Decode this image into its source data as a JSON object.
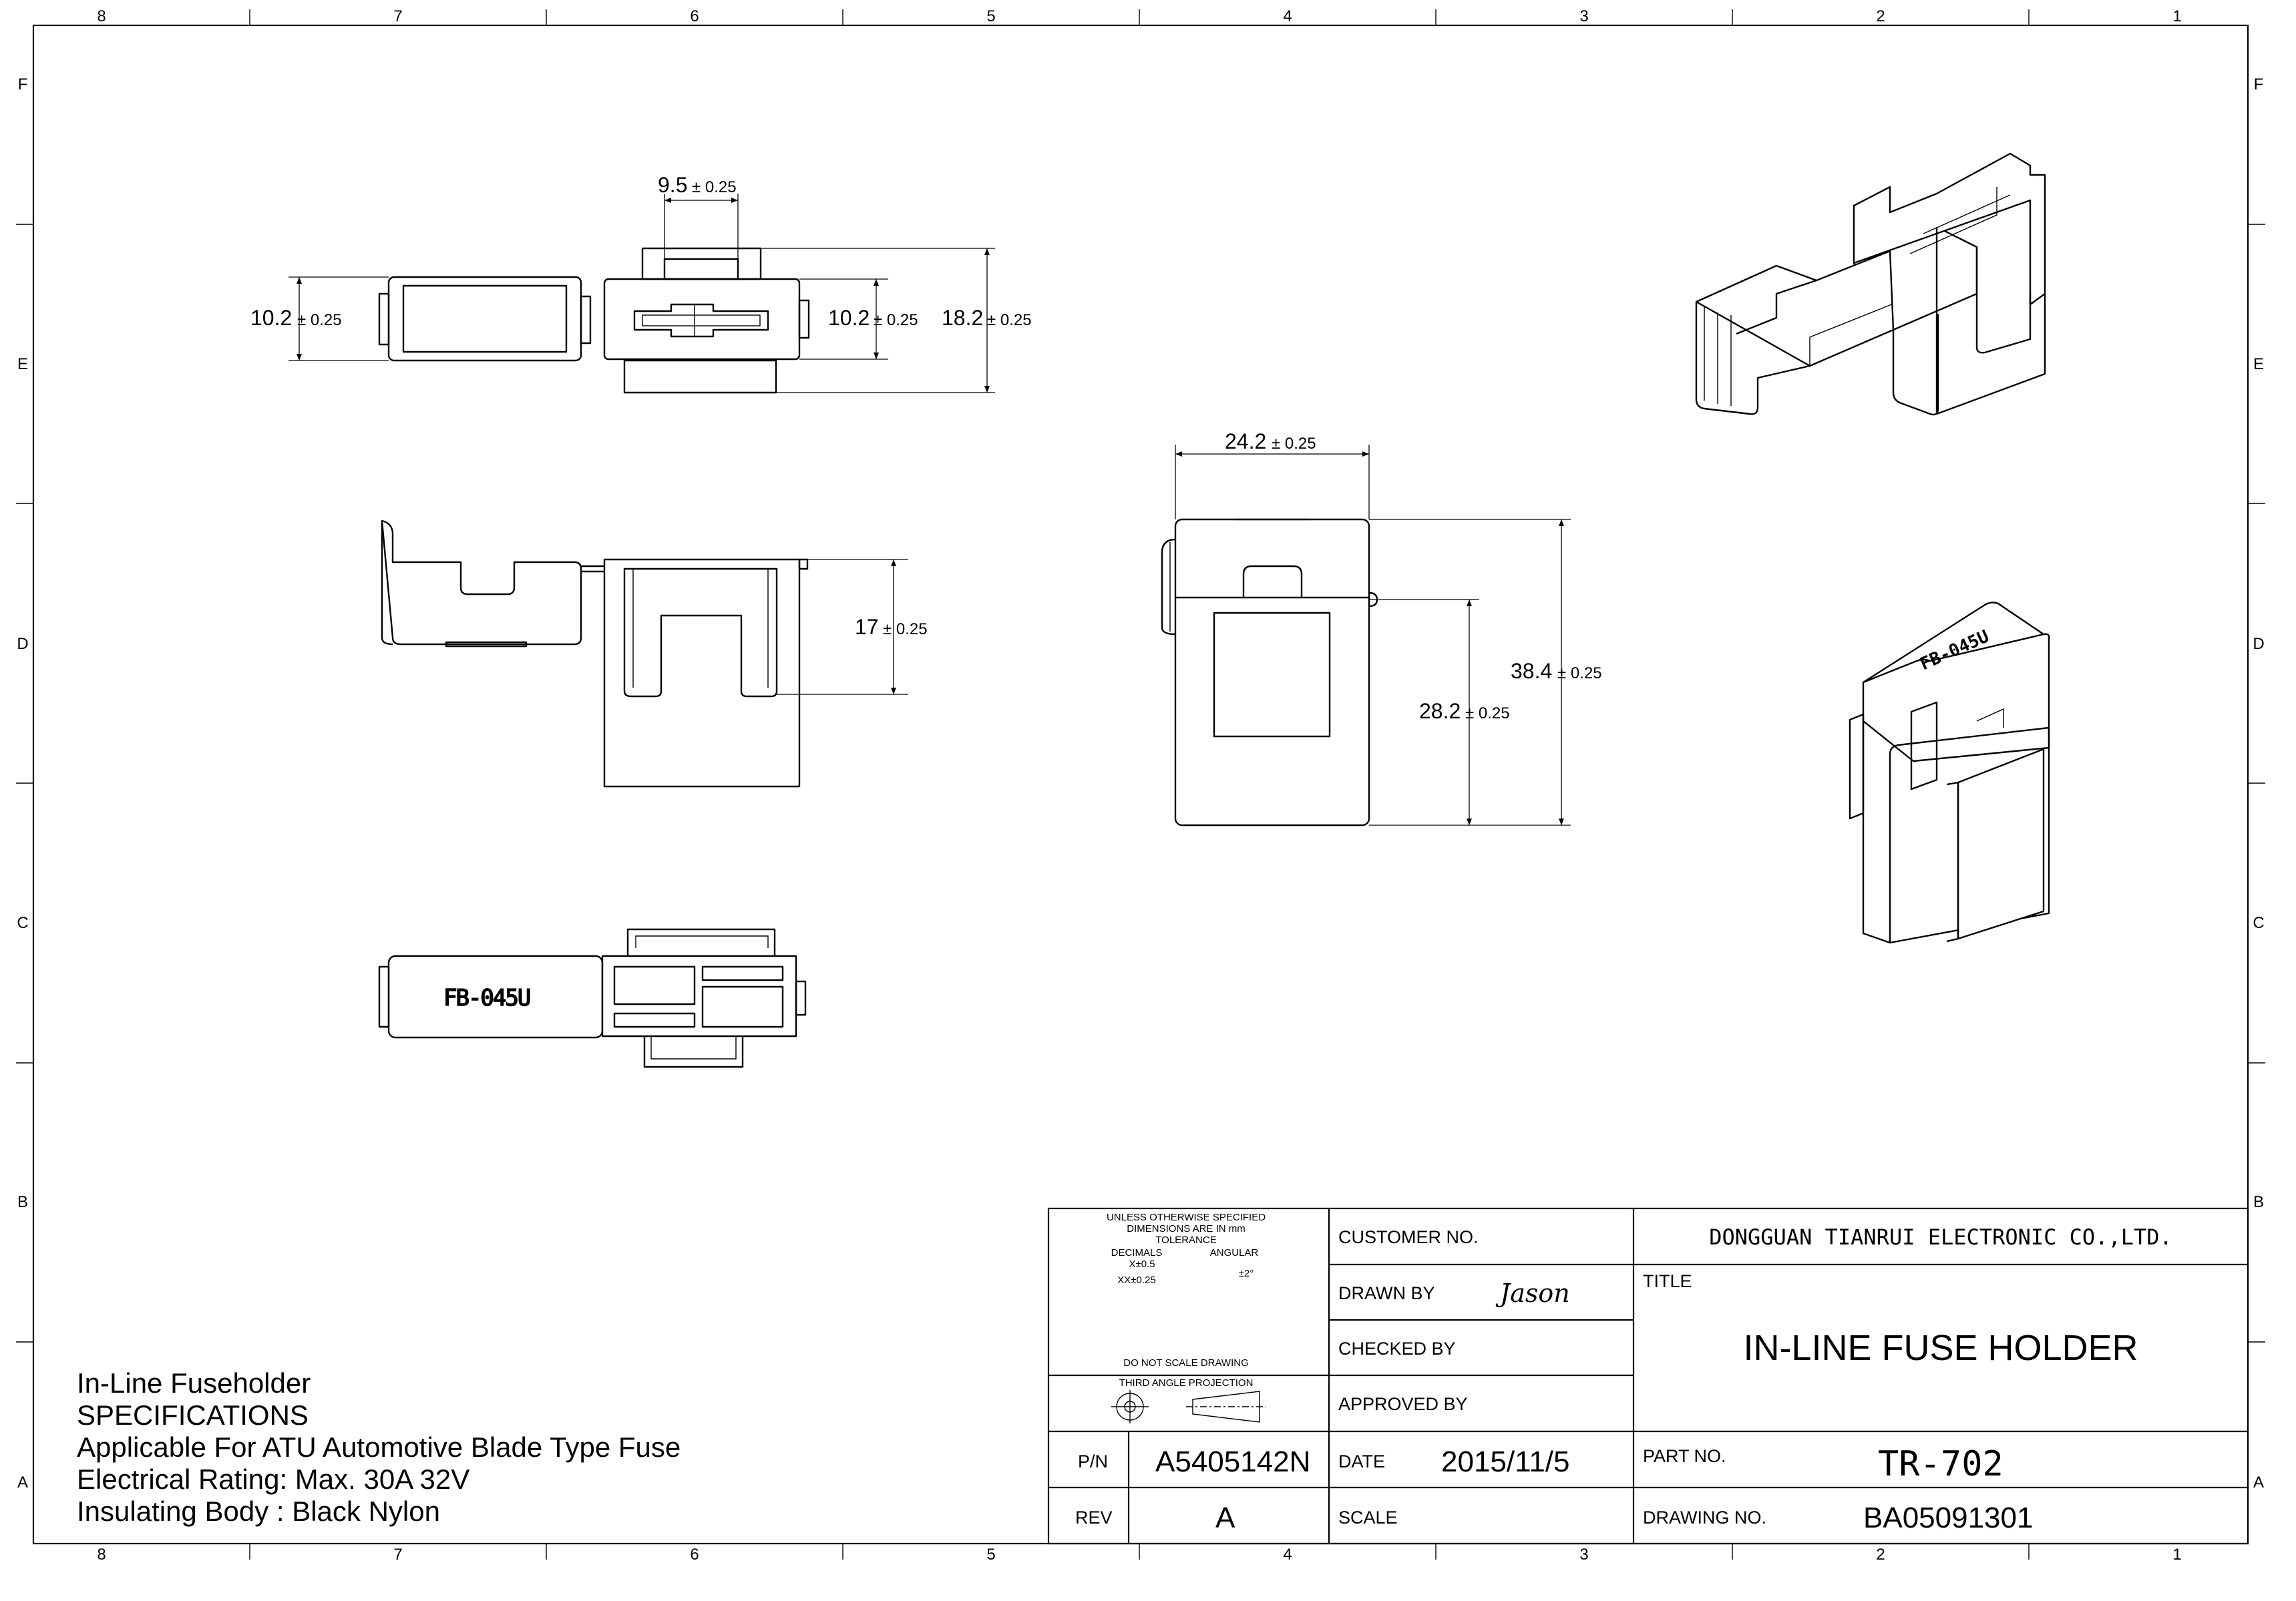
{
  "border": {
    "columns": [
      "8",
      "7",
      "6",
      "5",
      "4",
      "3",
      "2",
      "1"
    ],
    "rows": [
      "F",
      "E",
      "D",
      "C",
      "B",
      "A"
    ]
  },
  "dimensions": {
    "d_9_5": {
      "value": "9.5",
      "tol": "± 0.25"
    },
    "d_10_2_left": {
      "value": "10.2",
      "tol": "± 0.25"
    },
    "d_10_2_right": {
      "value": "10.2",
      "tol": "± 0.25"
    },
    "d_18_2": {
      "value": "18.2",
      "tol": "± 0.25"
    },
    "d_17": {
      "value": "17",
      "tol": "± 0.25"
    },
    "d_24_2": {
      "value": "24.2",
      "tol": "± 0.25"
    },
    "d_28_2": {
      "value": "28.2",
      "tol": "± 0.25"
    },
    "d_38_4": {
      "value": "38.4",
      "tol": "± 0.25"
    }
  },
  "part_marking": {
    "bottom_view": "FB-045U",
    "iso_view": "FB-045U"
  },
  "title_block": {
    "tolerance": {
      "line1": "UNLESS OTHERWISE SPECIFIED",
      "line2": "DIMENSIONS ARE IN mm",
      "line3": "TOLERANCE",
      "decimals_label": "DECIMALS",
      "angular_label": "ANGULAR",
      "x_tol": "X±0.5",
      "xx_tol": "XX±0.25",
      "angular_tol": "±2°",
      "no_scale": "DO NOT SCALE DRAWING",
      "projection": "THIRD ANGLE PROJECTION"
    },
    "customer_label": "CUSTOMER NO.",
    "drawn_by_label": "DRAWN BY",
    "drawn_by_value": "Jason",
    "checked_by_label": "CHECKED BY",
    "approved_by_label": "APPROVED BY",
    "date_label": "DATE",
    "date_value": "2015/11/5",
    "scale_label": "SCALE",
    "pn_label": "P/N",
    "pn_value": "A5405142N",
    "rev_label": "REV",
    "rev_value": "A",
    "company": "DONGGUAN TIANRUI ELECTRONIC CO.,LTD.",
    "title_label": "TITLE",
    "title_value": "IN-LINE FUSE HOLDER",
    "part_no_label": "PART NO.",
    "part_no_value": "TR-702",
    "drawing_no_label": "DRAWING NO.",
    "drawing_no_value": "BA05091301"
  },
  "notes": [
    "In-Line Fuseholder",
    "SPECIFICATIONS",
    "Applicable For ATU Automotive Blade Type Fuse",
    "Electrical Rating: Max. 30A 32V",
    "Insulating Body : Black Nylon"
  ]
}
